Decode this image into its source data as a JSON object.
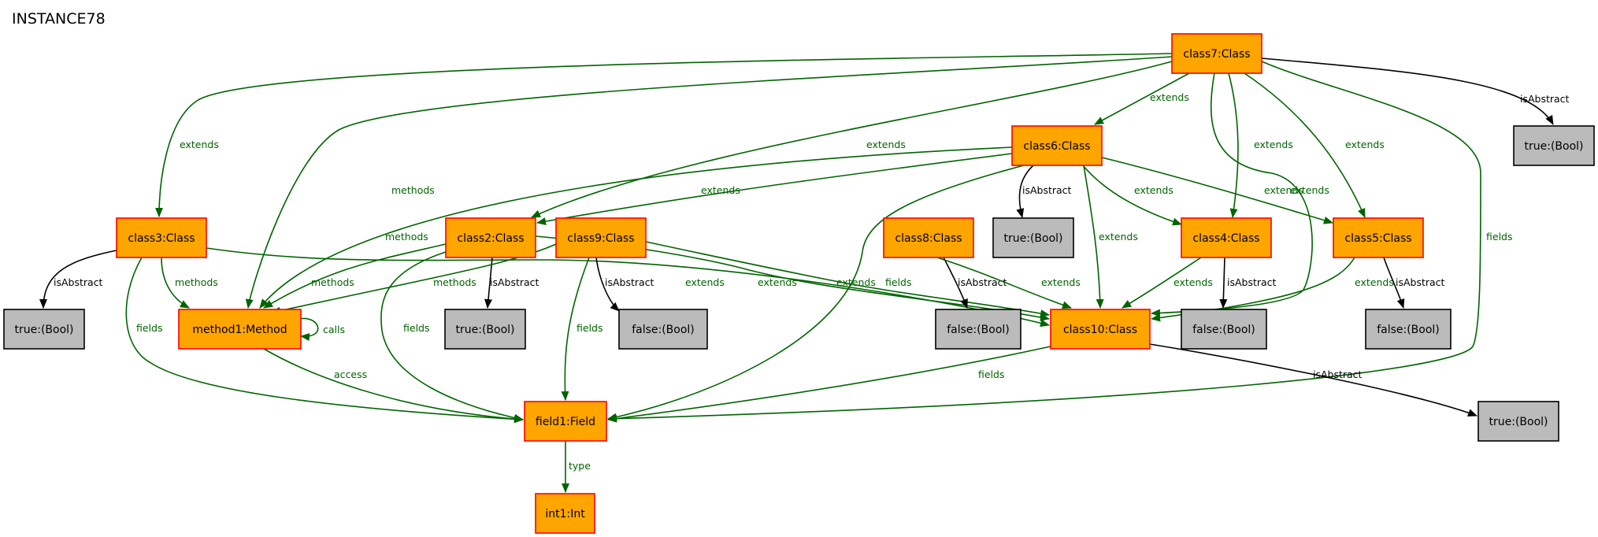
{
  "title": "INSTANCE78",
  "colors": {
    "object_fill": "#ffa500",
    "object_stroke": "#ff0000",
    "value_fill": "#bbbbbb",
    "value_stroke": "#000000",
    "edge_reference": "#006400",
    "edge_attribute": "#000000"
  },
  "nodes": [
    {
      "id": "class7",
      "label": "class7:Class",
      "kind": "object"
    },
    {
      "id": "class6",
      "label": "class6:Class",
      "kind": "object"
    },
    {
      "id": "class3",
      "label": "class3:Class",
      "kind": "object"
    },
    {
      "id": "class2",
      "label": "class2:Class",
      "kind": "object"
    },
    {
      "id": "class9",
      "label": "class9:Class",
      "kind": "object"
    },
    {
      "id": "class8",
      "label": "class8:Class",
      "kind": "object"
    },
    {
      "id": "class4",
      "label": "class4:Class",
      "kind": "object"
    },
    {
      "id": "class5",
      "label": "class5:Class",
      "kind": "object"
    },
    {
      "id": "method1",
      "label": "method1:Method",
      "kind": "object"
    },
    {
      "id": "class10",
      "label": "class10:Class",
      "kind": "object"
    },
    {
      "id": "field1",
      "label": "field1:Field",
      "kind": "object"
    },
    {
      "id": "int1",
      "label": "int1:Int",
      "kind": "object"
    },
    {
      "id": "b_c7",
      "label": "true:(Bool)",
      "kind": "value"
    },
    {
      "id": "b_c6",
      "label": "true:(Bool)",
      "kind": "value"
    },
    {
      "id": "b_c3",
      "label": "true:(Bool)",
      "kind": "value"
    },
    {
      "id": "b_c2",
      "label": "true:(Bool)",
      "kind": "value"
    },
    {
      "id": "b_c9",
      "label": "false:(Bool)",
      "kind": "value"
    },
    {
      "id": "b_c8",
      "label": "false:(Bool)",
      "kind": "value"
    },
    {
      "id": "b_c4",
      "label": "false:(Bool)",
      "kind": "value"
    },
    {
      "id": "b_c5",
      "label": "false:(Bool)",
      "kind": "value"
    },
    {
      "id": "b_c10",
      "label": "true:(Bool)",
      "kind": "value"
    }
  ],
  "edges": [
    {
      "id": "e1",
      "from": "class7",
      "to": "class3",
      "label": "extends",
      "kind": "reference"
    },
    {
      "id": "e2",
      "from": "class7",
      "to": "method1",
      "label": "methods",
      "kind": "reference"
    },
    {
      "id": "e3",
      "from": "class7",
      "to": "class2",
      "label": "extends",
      "kind": "reference"
    },
    {
      "id": "e4",
      "from": "class7",
      "to": "class6",
      "label": "extends",
      "kind": "reference"
    },
    {
      "id": "e5",
      "from": "class7",
      "to": "class4",
      "label": "extends",
      "kind": "reference"
    },
    {
      "id": "e6",
      "from": "class7",
      "to": "class10",
      "label": "extends",
      "kind": "reference"
    },
    {
      "id": "e7",
      "from": "class7",
      "to": "class5",
      "label": "extends",
      "kind": "reference"
    },
    {
      "id": "e8",
      "from": "class7",
      "to": "field1",
      "label": "fields",
      "kind": "reference"
    },
    {
      "id": "e9",
      "from": "class7",
      "to": "b_c7",
      "label": "isAbstract",
      "kind": "attribute"
    },
    {
      "id": "e10",
      "from": "class6",
      "to": "method1",
      "label": "methods",
      "kind": "reference"
    },
    {
      "id": "e11",
      "from": "class6",
      "to": "class2",
      "label": "extends",
      "kind": "reference"
    },
    {
      "id": "e12",
      "from": "class6",
      "to": "field1",
      "label": "fields",
      "kind": "reference"
    },
    {
      "id": "e13",
      "from": "class6",
      "to": "b_c6",
      "label": "isAbstract",
      "kind": "attribute"
    },
    {
      "id": "e14",
      "from": "class6",
      "to": "class10",
      "label": "extends",
      "kind": "reference"
    },
    {
      "id": "e15",
      "from": "class6",
      "to": "class4",
      "label": "extends",
      "kind": "reference"
    },
    {
      "id": "e16",
      "from": "class6",
      "to": "class5",
      "label": "extends",
      "kind": "reference"
    },
    {
      "id": "e17",
      "from": "class3",
      "to": "b_c3",
      "label": "isAbstract",
      "kind": "attribute"
    },
    {
      "id": "e18",
      "from": "class3",
      "to": "method1",
      "label": "methods",
      "kind": "reference"
    },
    {
      "id": "e19",
      "from": "class3",
      "to": "field1",
      "label": "fields",
      "kind": "reference"
    },
    {
      "id": "e20",
      "from": "class3",
      "to": "class10",
      "label": "extends",
      "kind": "reference"
    },
    {
      "id": "e21",
      "from": "class2",
      "to": "method1",
      "label": "methods",
      "kind": "reference"
    },
    {
      "id": "e22",
      "from": "class2",
      "to": "b_c2",
      "label": "isAbstract",
      "kind": "attribute"
    },
    {
      "id": "e23",
      "from": "class2",
      "to": "field1",
      "label": "fields",
      "kind": "reference"
    },
    {
      "id": "e24",
      "from": "class2",
      "to": "class10",
      "label": "extends",
      "kind": "reference"
    },
    {
      "id": "e25",
      "from": "class9",
      "to": "method1",
      "label": "methods",
      "kind": "reference"
    },
    {
      "id": "e26",
      "from": "class9",
      "to": "b_c9",
      "label": "isAbstract",
      "kind": "attribute"
    },
    {
      "id": "e27",
      "from": "class9",
      "to": "field1",
      "label": "fields",
      "kind": "reference"
    },
    {
      "id": "e28",
      "from": "class9",
      "to": "class10",
      "label": "extends",
      "kind": "reference"
    },
    {
      "id": "e29",
      "from": "class8",
      "to": "b_c8",
      "label": "isAbstract",
      "kind": "attribute"
    },
    {
      "id": "e30",
      "from": "class8",
      "to": "class10",
      "label": "extends",
      "kind": "reference"
    },
    {
      "id": "e31",
      "from": "class4",
      "to": "class10",
      "label": "extends",
      "kind": "reference"
    },
    {
      "id": "e32",
      "from": "class4",
      "to": "b_c4",
      "label": "isAbstract",
      "kind": "attribute"
    },
    {
      "id": "e33",
      "from": "class5",
      "to": "class10",
      "label": "extends",
      "kind": "reference"
    },
    {
      "id": "e34",
      "from": "class5",
      "to": "b_c5",
      "label": "isAbstract",
      "kind": "attribute"
    },
    {
      "id": "e35",
      "from": "method1",
      "to": "method1",
      "label": "calls",
      "kind": "reference"
    },
    {
      "id": "e36",
      "from": "method1",
      "to": "field1",
      "label": "access",
      "kind": "reference"
    },
    {
      "id": "e37",
      "from": "class10",
      "to": "field1",
      "label": "fields",
      "kind": "reference"
    },
    {
      "id": "e38",
      "from": "class10",
      "to": "b_c10",
      "label": "isAbstract",
      "kind": "attribute"
    },
    {
      "id": "e39",
      "from": "field1",
      "to": "int1",
      "label": "type",
      "kind": "reference"
    }
  ]
}
